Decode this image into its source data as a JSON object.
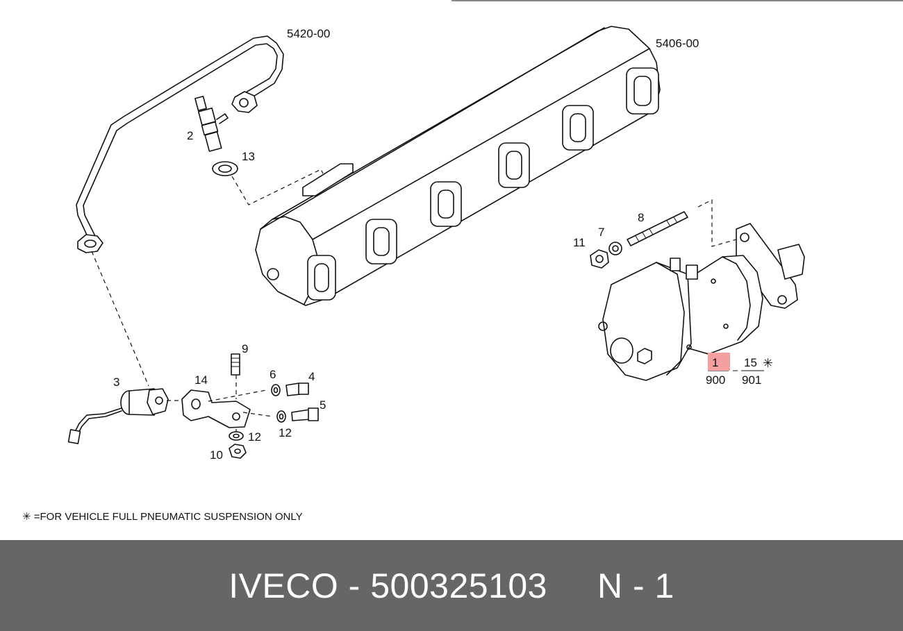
{
  "diagram": {
    "callouts": {
      "c5420": "5420-00",
      "c5406": "5406-00",
      "c2": "2",
      "c13": "13",
      "c8": "8",
      "c7": "7",
      "c11": "11",
      "c1": "1",
      "c900": "900",
      "c15": "15",
      "c901": "901",
      "c9": "9",
      "c3": "3",
      "c14": "14",
      "c6": "6",
      "c4": "4",
      "c5": "5",
      "c12a": "12",
      "c12b": "12",
      "c10": "10"
    },
    "highlight_color": "#f4a0a0",
    "star_symbol": "✳",
    "note": "✳ =FOR VEHICLE FULL PNEUMATIC SUSPENSION ONLY"
  },
  "footer": {
    "title": "IVECO - 500325103     N - 1",
    "background": "#666666",
    "text_color": "#ffffff"
  }
}
